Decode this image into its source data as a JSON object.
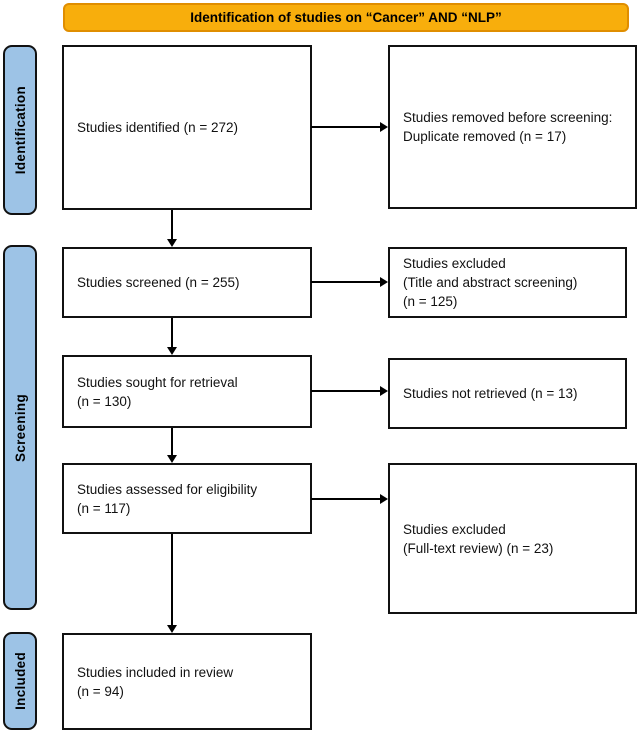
{
  "title": "Identification of studies on “Cancer” AND “NLP”",
  "colors": {
    "banner_fill": "#F8AE0C",
    "banner_border": "#E08E00",
    "stage_fill": "#9DC3E6"
  },
  "stages": {
    "identification": "Identification",
    "screening": "Screening",
    "included": "Included"
  },
  "flow": {
    "identified": "Studies identified (n = 272)",
    "removed_before_screening": "Studies removed before screening:\nDuplicate removed (n = 17)",
    "screened": "Studies screened (n = 255)",
    "excluded_title_abstract": "Studies excluded\n(Title and abstract screening)\n(n = 125)",
    "sought_for_retrieval": "Studies sought for retrieval\n(n = 130)",
    "not_retrieved": "Studies not retrieved (n = 13)",
    "assessed_for_eligibility": "Studies assessed for eligibility\n(n = 117)",
    "excluded_full_text": "Studies excluded\n(Full-text review) (n = 23)",
    "included_in_review": "Studies included in review\n(n = 94)"
  }
}
